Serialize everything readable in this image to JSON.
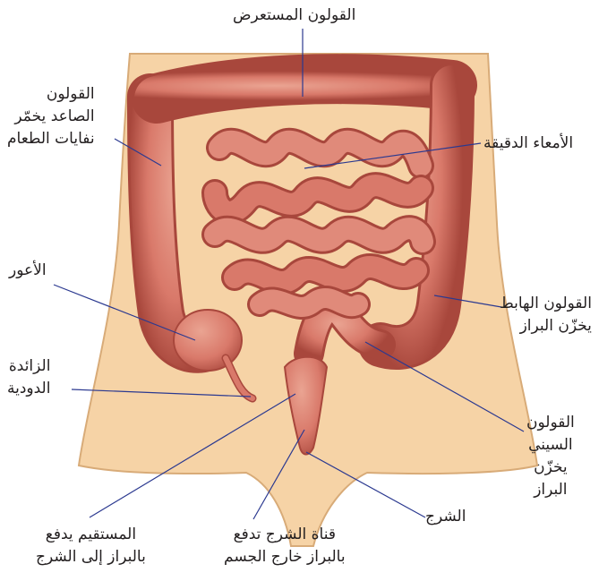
{
  "labels": {
    "transverse_colon": "القولون المستعرض",
    "small_intestine": "الأمعاء الدقيقة",
    "descending_colon": [
      "القولون الهابط",
      "يخزّن البراز"
    ],
    "sigmoid_colon": [
      "القولون",
      "السيني",
      "يخزّن",
      "البراز"
    ],
    "anus": "الشرج",
    "anal_canal": [
      "قناة الشرج تدفع",
      "بالبراز خارج الجسم"
    ],
    "rectum": [
      "المستقيم يدفع",
      "بالبراز إلى الشرج"
    ],
    "ascending_colon": [
      "القولون",
      "الصاعد يخمّر",
      "نفايات الطعام"
    ],
    "cecum": "الأعور",
    "appendix": [
      "الزائدة",
      "الدودية"
    ]
  },
  "colors": {
    "skin": "#f6d3a6",
    "skin_outline": "#d8ab78",
    "intestine": "#d9796a",
    "intestine_dark": "#a8473c",
    "intestine_light": "#eaa492",
    "leader_line": "#2b3990",
    "text": "#231f20"
  }
}
